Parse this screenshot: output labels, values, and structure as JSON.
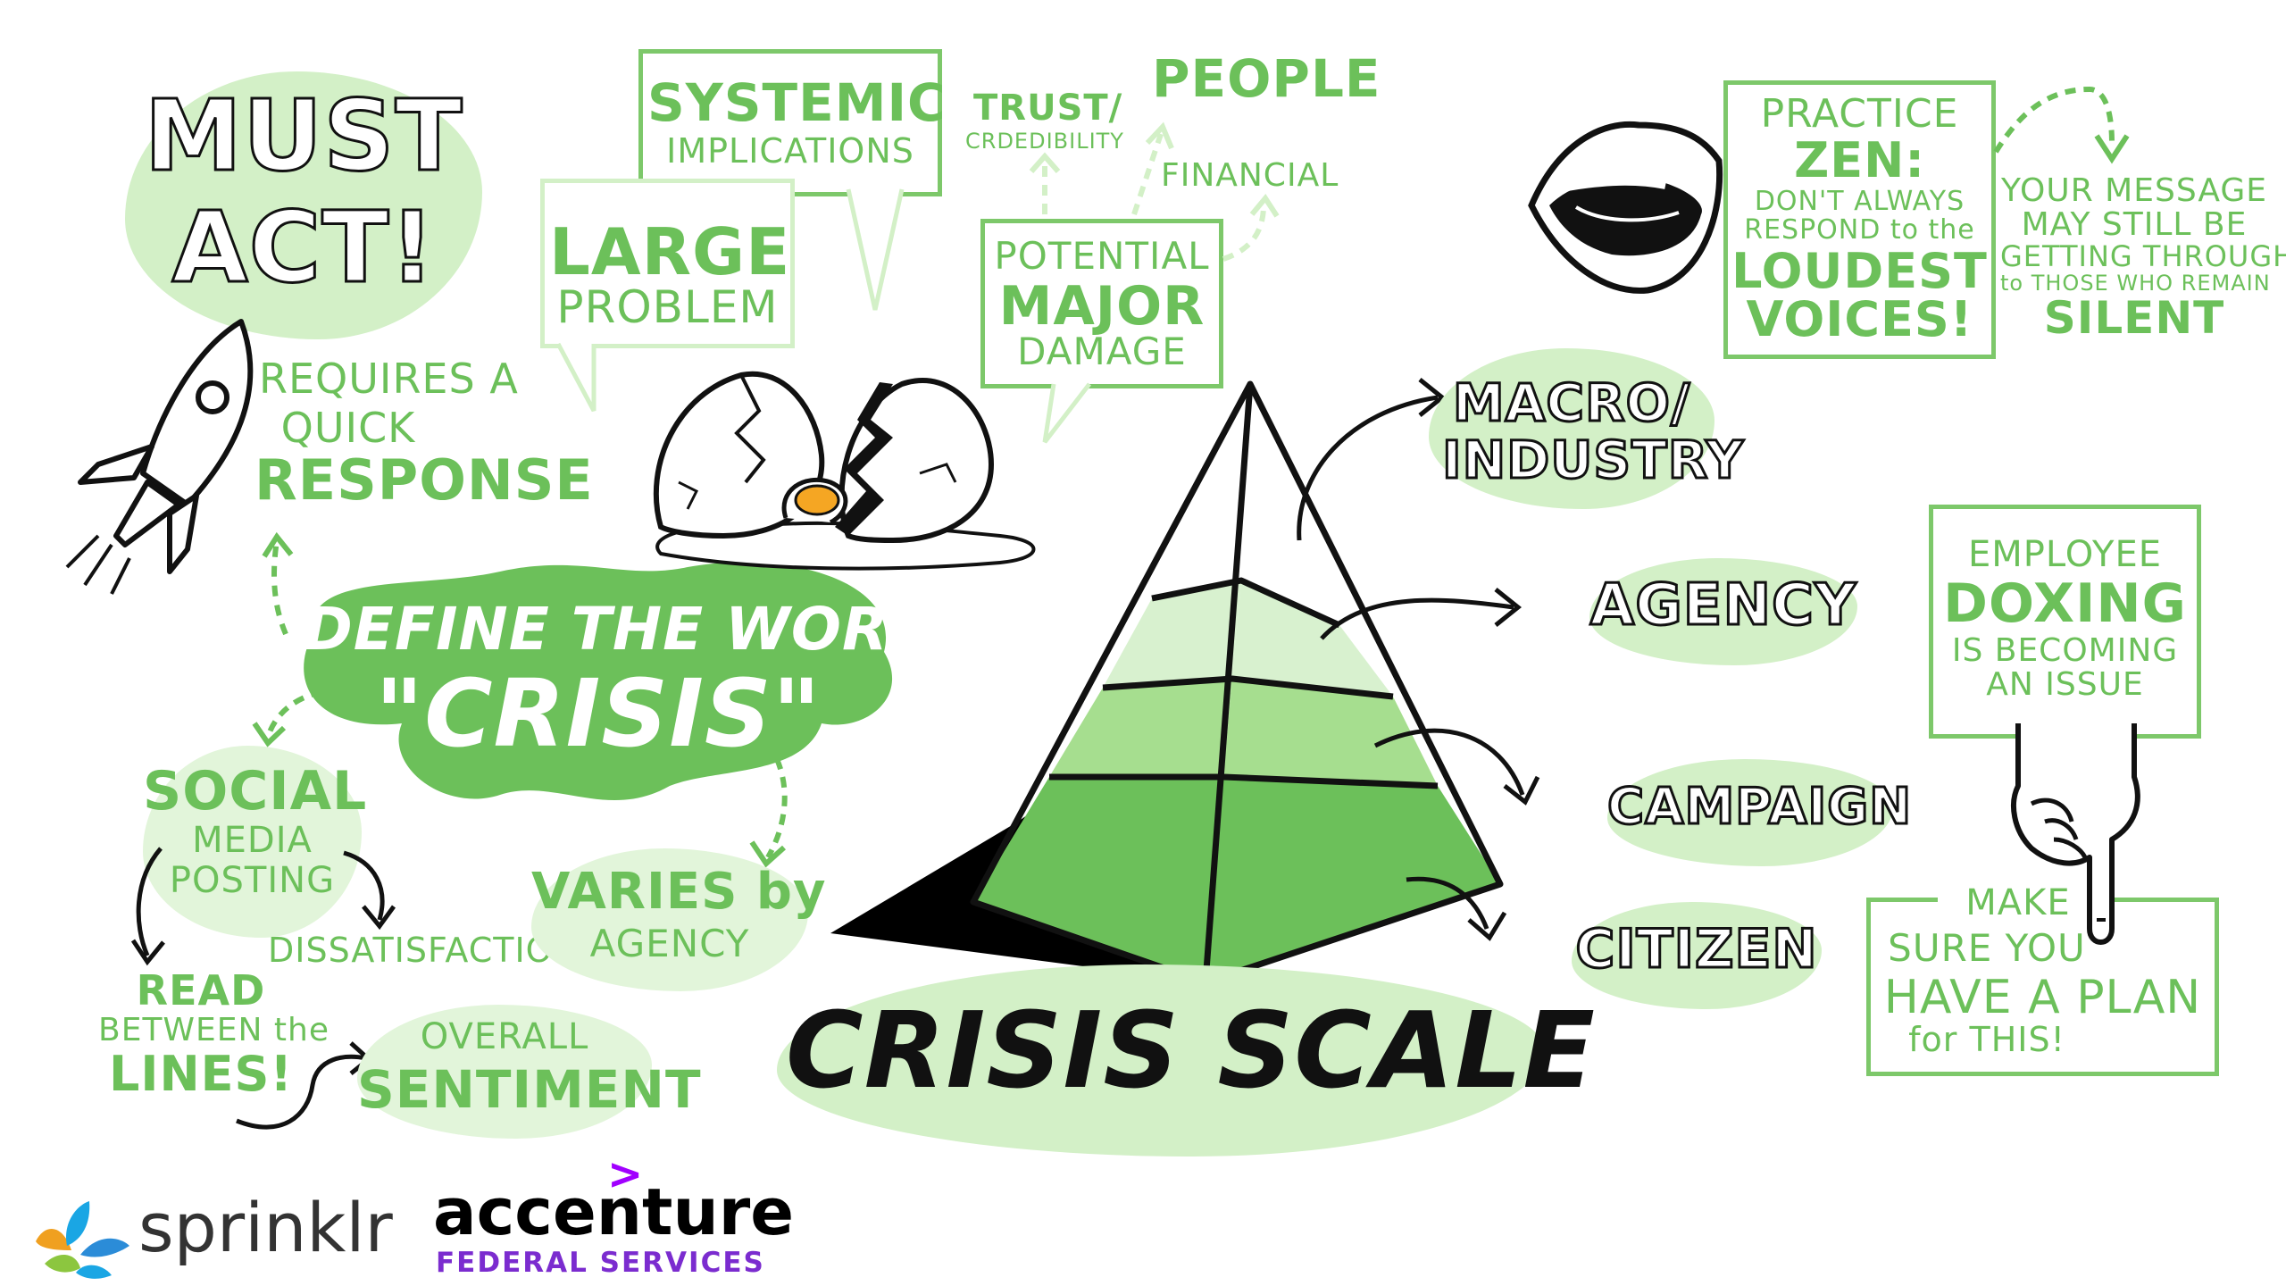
{
  "must_act": {
    "line1": "MUST",
    "line2": "ACT!"
  },
  "quick_response": {
    "line1": "REQUIRES A",
    "line2": "QUICK",
    "line3": "RESPONSE"
  },
  "define_crisis": {
    "line1": "DEFINE THE WORD",
    "line2": "\"CRISIS\""
  },
  "systemic": {
    "line1": "SYSTEMIC",
    "line2": "IMPLICATIONS"
  },
  "large_problem": {
    "line1": "LARGE",
    "line2": "PROBLEM"
  },
  "potential_damage": {
    "line1": "POTENTIAL",
    "line2": "MAJOR",
    "line3": "DAMAGE"
  },
  "damage_branches": {
    "trust_line1": "TRUST/",
    "trust_line2": "CRDEDIBILITY",
    "people": "PEOPLE",
    "financial": "FINANCIAL"
  },
  "social_media": {
    "line1": "SOCIAL",
    "line2": "MEDIA",
    "line3": "POSTING"
  },
  "dissatisfaction": "DISSATISFACTION",
  "read_lines": {
    "line1": "READ",
    "line2": "BETWEEN the",
    "line3": "LINES!"
  },
  "overall_sentiment": {
    "line1": "OVERALL",
    "line2": "SENTIMENT"
  },
  "varies": {
    "line1": "VARIES by",
    "line2": "AGENCY"
  },
  "pyramid_levels": [
    "MACRO/ INDUSTRY",
    "AGENCY",
    "CAMPAIGN",
    "CITIZEN"
  ],
  "crisis_scale": "CRISIS SCALE",
  "practice_zen": {
    "line1": "PRACTICE",
    "line2": "ZEN:",
    "line3": "DON'T ALWAYS",
    "line4": "RESPOND to the",
    "line5": "LOUDEST",
    "line6": "VOICES!"
  },
  "silent_message": {
    "line1": "YOUR MESSAGE",
    "line2": "MAY STILL BE",
    "line3": "GETTING THROUGH",
    "line4": "to THOSE WHO REMAIN",
    "line5": "SILENT"
  },
  "employee_doxing": {
    "line1": "EMPLOYEE",
    "line2": "DOXING",
    "line3": "IS BECOMING",
    "line4": "AN ISSUE"
  },
  "make_plan": {
    "line1": "MAKE",
    "line2": "SURE YOU",
    "line3": "HAVE A PLAN",
    "line4": "for THIS!"
  },
  "logos": {
    "sprinklr": "sprinklr",
    "accenture": "accenture",
    "accenture_sub": "FEDERAL SERVICES"
  },
  "colors": {
    "green": "#6cc05a",
    "light_green": "#d3f0c7",
    "mid_green": "#a6de8f",
    "outline": "#111111",
    "yolk": "#f5a623",
    "accenture_purple": "#a100ff",
    "sprinklr_text": "#333333"
  }
}
